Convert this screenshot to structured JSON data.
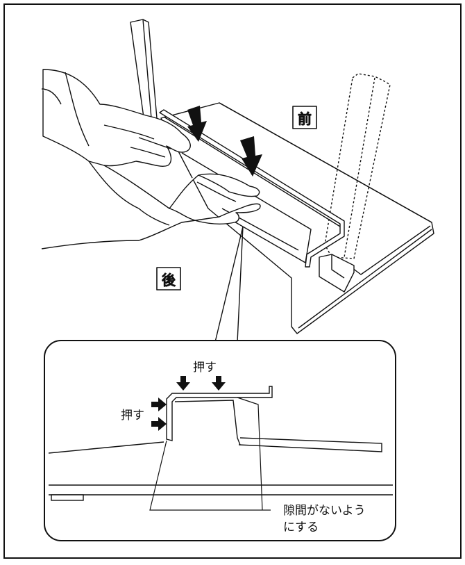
{
  "labels": {
    "front": "前",
    "back": "後",
    "push_top": "押す",
    "push_side": "押す",
    "gap_note_line1": "隙間がないよう",
    "gap_note_line2": "にする"
  },
  "colors": {
    "line": "#111111",
    "arrow": "#111111",
    "background": "#ffffff"
  }
}
